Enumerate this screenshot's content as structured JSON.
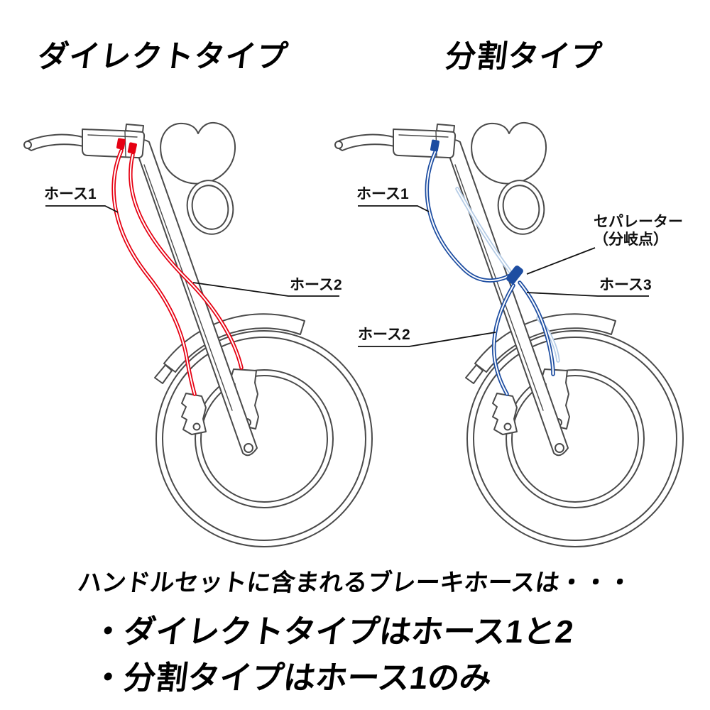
{
  "diagram_left": {
    "title": "ダイレクトタイプ",
    "label_hose1": "ホース1",
    "label_hose2": "ホース2",
    "hose_color": "#e60012"
  },
  "diagram_right": {
    "title": "分割タイプ",
    "label_hose1": "ホース1",
    "label_hose2": "ホース2",
    "label_hose3": "ホース3",
    "label_separator_line1": "セパレーター",
    "label_separator_line2": "（分岐点）",
    "hose_color": "#1d4da1",
    "hose_color_hidden": "#b5cce6"
  },
  "footer": {
    "intro": "ハンドルセットに含まれるブレーキホースは・・・",
    "bullet_direct": "・ダイレクトタイプはホース1と2",
    "bullet_split": "・分割タイプはホース1のみ"
  },
  "line_art_color": "#4a4a4a"
}
